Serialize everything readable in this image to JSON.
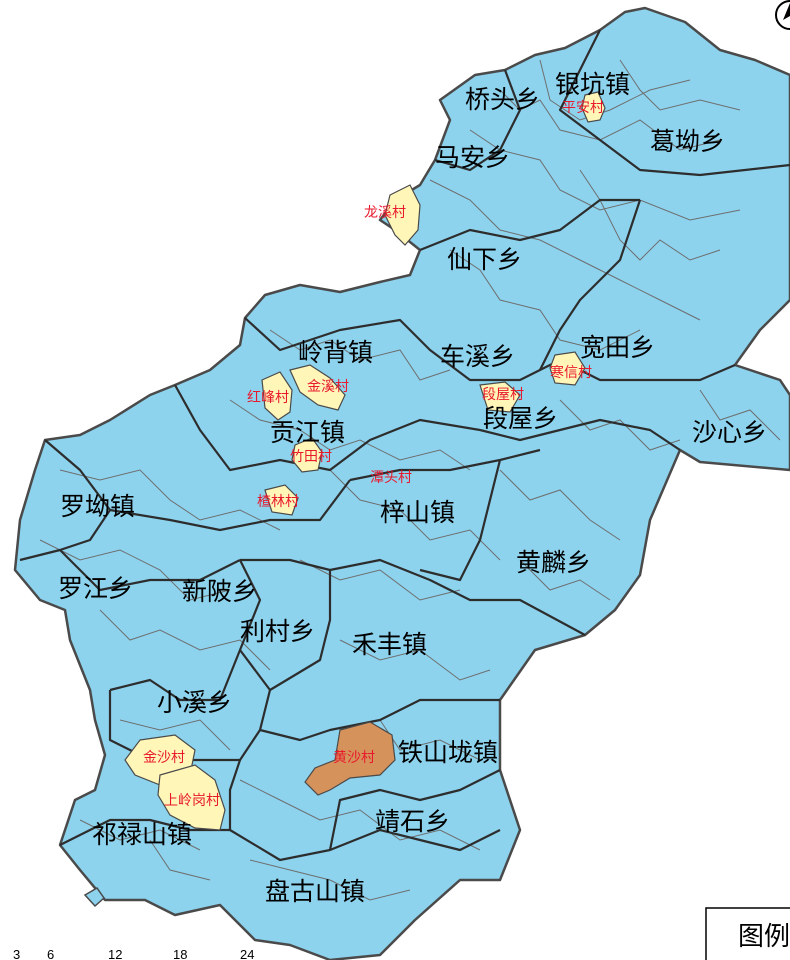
{
  "colors": {
    "township_fill": "#8dd3ee",
    "highlight_village_fill": "#fff6b8",
    "primary_village_fill": "#d6925b",
    "border": "#4a4a4a",
    "internal_border": "#6e6e6e",
    "village_label": "#e8192c"
  },
  "townships": [
    "银坑镇",
    "桥头乡",
    "葛坳乡",
    "马安乡",
    "仙下乡",
    "岭背镇",
    "车溪乡",
    "宽田乡",
    "段屋乡",
    "贡江镇",
    "沙心乡",
    "罗坳镇",
    "梓山镇",
    "黄麟乡",
    "罗江乡",
    "新陂乡",
    "利村乡",
    "禾丰镇",
    "小溪乡",
    "铁山垅镇",
    "祁禄山镇",
    "靖石乡",
    "盘古山镇"
  ],
  "villages": [
    "平安村",
    "龙溪村",
    "寒信村",
    "金溪村",
    "红峰村",
    "段屋村",
    "潭头村",
    "竹田村",
    "楂林村",
    "金沙村",
    "上岭岗村",
    "黄沙村"
  ],
  "scale_bar": {
    "ticks": [
      "3",
      "6",
      "12",
      "18",
      "24"
    ]
  },
  "legend": {
    "title": "图例"
  }
}
